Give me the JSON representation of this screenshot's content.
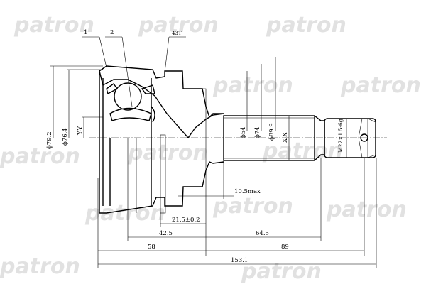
{
  "watermark": "patron",
  "callouts": {
    "part1": "1",
    "part2": "2",
    "teeth": "43T"
  },
  "diameters": {
    "outer": "ϕ79.2",
    "inner": "ϕ76.4",
    "y_section": "Y-Y",
    "d54": "ϕ54",
    "d74": "ϕ74",
    "d89": "ϕ89.9",
    "x_section": "X-X",
    "thread": "M22×1.5-6g"
  },
  "dimensions": {
    "max": "10.5max",
    "abs": "21.5±0.2",
    "d42": "42.5",
    "d64": "64.5",
    "d58": "58",
    "d89": "89",
    "total": "153.1"
  },
  "colors": {
    "line": "#000000",
    "watermark": "#d8d8d8"
  }
}
